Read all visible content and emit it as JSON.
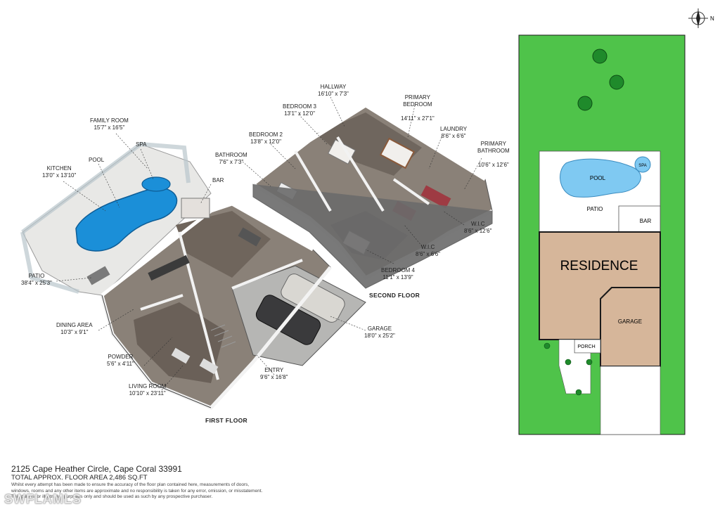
{
  "first_floor": {
    "title": "FIRST FLOOR",
    "rooms": [
      {
        "name": "FAMILY ROOM",
        "dims": "15'7\" x 16'5\""
      },
      {
        "name": "SPA",
        "dims": ""
      },
      {
        "name": "POOL",
        "dims": ""
      },
      {
        "name": "KITCHEN",
        "dims": "13'0\" x 13'10\""
      },
      {
        "name": "BAR",
        "dims": ""
      },
      {
        "name": "PATIO",
        "dims": "38'4\" x 25'3\""
      },
      {
        "name": "DINING AREA",
        "dims": "10'3\" x 9'1\""
      },
      {
        "name": "POWDER",
        "dims": "5'6\" x 4'11\""
      },
      {
        "name": "LIVING ROOM",
        "dims": "10'10\" x 23'11\""
      },
      {
        "name": "ENTRY",
        "dims": "9'6\" x 16'8\""
      },
      {
        "name": "GARAGE",
        "dims": "18'0\" x 25'2\""
      }
    ]
  },
  "second_floor": {
    "title": "SECOND FLOOR",
    "rooms": [
      {
        "name": "HALLWAY",
        "dims": "16'10\" x 7'3\""
      },
      {
        "name": "PRIMARY\nBEDROOM",
        "dims": "14'11\" x 27'1\""
      },
      {
        "name": "BEDROOM 3",
        "dims": "13'1\" x 12'0\""
      },
      {
        "name": "BEDROOM 2",
        "dims": "13'8\" x 12'0\""
      },
      {
        "name": "LAUNDRY",
        "dims": "8'6\" x 6'6\""
      },
      {
        "name": "PRIMARY\nBATHROOM",
        "dims": "10'6\" x 12'6\""
      },
      {
        "name": "BATHROOM",
        "dims": "7'6\" x 7'3\""
      },
      {
        "name": "W.I.C",
        "dims": "8'6\" x 12'6\""
      },
      {
        "name": "W.I.C",
        "dims": "8'6\" x 6'6\""
      },
      {
        "name": "BEDROOM 4",
        "dims": "11'1\" x 13'9\""
      }
    ]
  },
  "site_plan": {
    "labels": {
      "pool": "POOL",
      "spa": "SPA",
      "patio": "PATIO",
      "bar": "BAR",
      "residence": "RESIDENCE",
      "garage": "GARAGE",
      "porch": "PORCH"
    },
    "compass": "N",
    "colors": {
      "lawn": "#4fc34a",
      "residence": "#d6b69a",
      "pool": "#7fc9f2",
      "outline": "#1a1a1a"
    }
  },
  "footer": {
    "address": "2125 Cape Heather Circle, Cape Coral 33991",
    "total_area": "TOTAL APPROX. FLOOR AREA 2,486 SQ.FT",
    "disclaimer_1": "Whilst every attempt has been made to ensure the accuracy of the floor plan contained here, measurements of doors,",
    "disclaimer_2": "windows, rooms and any other items are approximate and no responsibility is taken for any error, omission, or misstatement.",
    "disclaimer_3": "This plan is for illustrative purposes only and should be used as such by any prospective purchaser."
  },
  "watermark": "SWFLAMLS"
}
